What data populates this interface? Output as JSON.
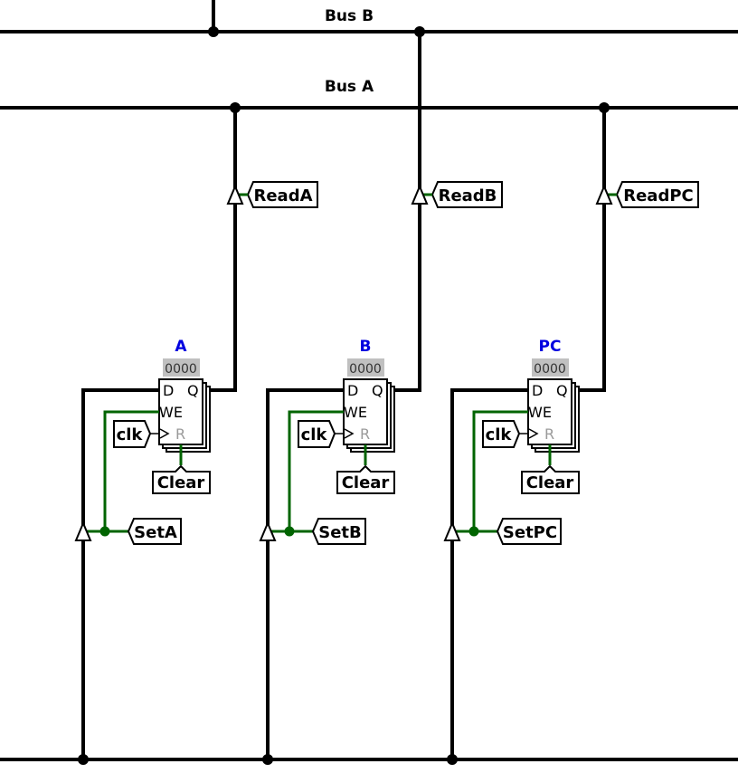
{
  "buses": {
    "bus_b": "Bus B",
    "bus_a": "Bus A"
  },
  "registers": [
    {
      "name": "A",
      "value": "0000",
      "pins": {
        "d": "D",
        "q": "Q",
        "we": "WE",
        "r": "R"
      },
      "clock": "clk",
      "clear": "Clear",
      "set": "SetA",
      "read": "ReadA",
      "read_bus": "Bus A"
    },
    {
      "name": "B",
      "value": "0000",
      "pins": {
        "d": "D",
        "q": "Q",
        "we": "WE",
        "r": "R"
      },
      "clock": "clk",
      "clear": "Clear",
      "set": "SetB",
      "read": "ReadB",
      "read_bus": "Bus B"
    },
    {
      "name": "PC",
      "value": "0000",
      "pins": {
        "d": "D",
        "q": "Q",
        "we": "WE",
        "r": "R"
      },
      "clock": "clk",
      "clear": "Clear",
      "set": "SetPC",
      "read": "ReadPC",
      "read_bus": "Bus A"
    }
  ],
  "colors": {
    "wire": "#000000",
    "control_wire": "#006400",
    "register_label": "#0000e0",
    "value_bg": "#c0c0c0",
    "dim_pin": "#9a9a9a"
  }
}
